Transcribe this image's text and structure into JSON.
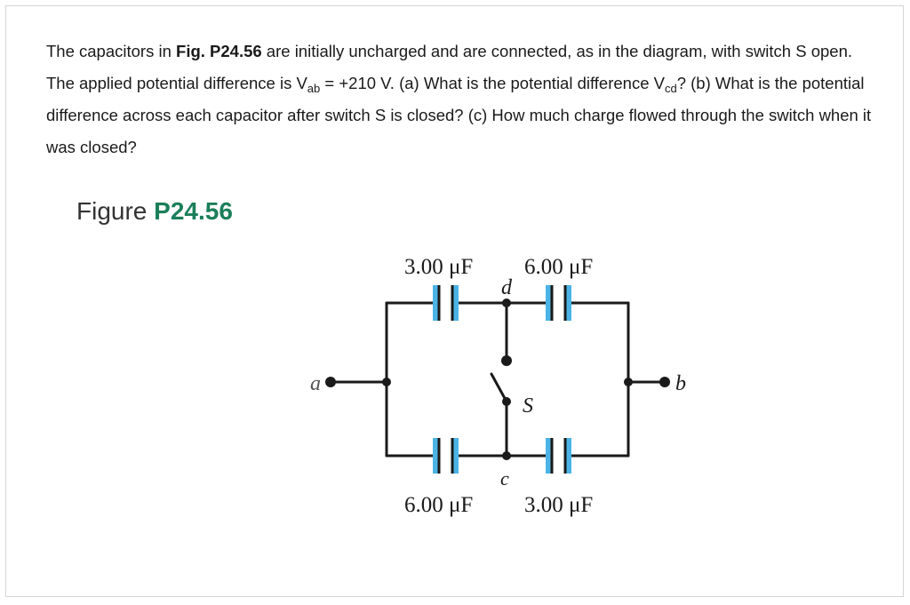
{
  "problem": {
    "t1": "The capacitors in ",
    "fig_ref": "Fig. P24.56",
    "t2": " are initially uncharged and are connected, as in the diagram, with switch S open. The applied potential difference is V",
    "vab_sub": "ab",
    "t3": " = +210 V. (a) What is the potential difference V",
    "vcd_sub": "cd",
    "t4": "? (b) What is the potential difference across each capacitor after switch S is closed? (c) How much charge flowed through the switch when it was closed?"
  },
  "figure": {
    "label_word": "Figure",
    "label_num": "P24.56"
  },
  "circuit": {
    "cap_top_left": "3.00 μF",
    "cap_top_right": "6.00 μF",
    "cap_bottom_left": "6.00 μF",
    "cap_bottom_right": "3.00 μF",
    "node_a": "a",
    "node_b": "b",
    "node_c": "c",
    "node_d": "d",
    "switch_label": "S",
    "wire_color": "#1a1a1a",
    "plate_color": "#4bb3e6"
  }
}
